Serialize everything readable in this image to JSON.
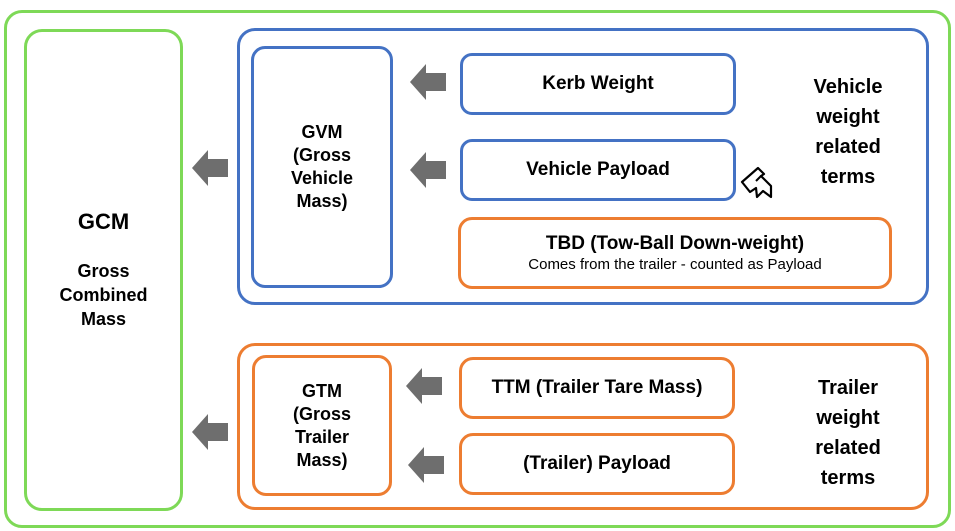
{
  "gcm": {
    "title": "GCM",
    "subtitle": "Gross Combined Mass"
  },
  "vehicle": {
    "gvm_label": "GVM (Gross Vehicle Mass)",
    "kerb_weight": "Kerb Weight",
    "vehicle_payload": "Vehicle Payload",
    "tbd_title": "TBD (Tow-Ball Down-weight)",
    "tbd_note": "Comes from the trailer - counted as Payload",
    "side_label": "Vehicle weight related terms"
  },
  "trailer": {
    "gtm_label": "GTM (Gross Trailer Mass)",
    "ttm": "TTM (Trailer Tare Mass)",
    "trailer_payload": "(Trailer) Payload",
    "side_label": "Trailer weight related terms"
  },
  "colors": {
    "green": "#7ed957",
    "blue": "#4472c4",
    "orange": "#ed7d31",
    "arrow_gray": "#6e6e6e"
  },
  "icons": {
    "arrow": "left-arrow-icon",
    "pointer": "hand-pointer-icon"
  }
}
